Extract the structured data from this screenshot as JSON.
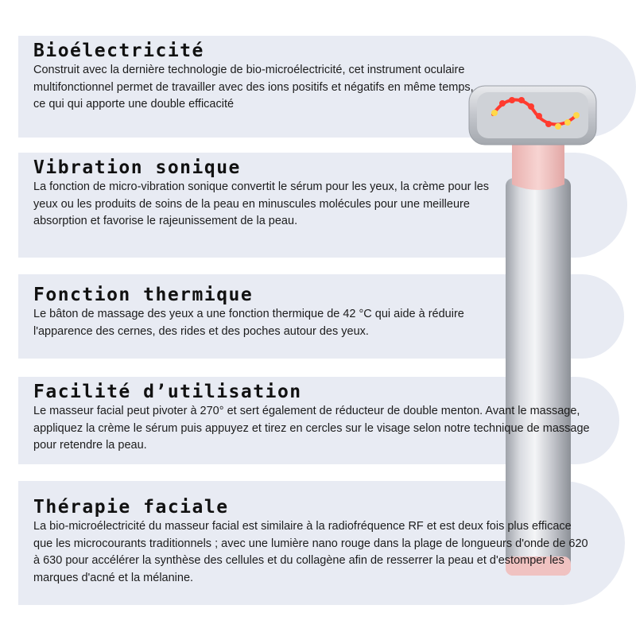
{
  "sections": [
    {
      "title": "Bioélectricité",
      "text": "Construit avec la dernière technologie de bio-microélectricité, cet instrument oculaire multifonctionnel permet de travailler avec des ions positifs et négatifs en même temps, ce qui qui apporte une double efficacité"
    },
    {
      "title": "Vibration sonique",
      "text": "La fonction de micro-vibration sonique convertit le sérum pour les yeux, la crème pour les yeux ou les produits de soins de la peau en minuscules molécules pour une meilleure absorption et favorise le rajeunissement de la peau."
    },
    {
      "title": "Fonction thermique",
      "text": "Le bâton de massage des yeux a une fonction thermique de 42 °C qui aide à réduire l'apparence des cernes, des rides et des poches autour des yeux."
    },
    {
      "title": "Facilité d’utilisation",
      "text": "Le masseur facial peut pivoter à 270° et sert également de réducteur de double menton. Avant le massage, appliquez la crème le sérum puis appuyez et tirez en cercles sur le visage selon notre technique de massage pour retendre la peau."
    },
    {
      "title": "Thérapie faciale",
      "text": "La bio-microélectricité du masseur facial est similaire à la radiofréquence RF et est deux fois plus efficace que les microcourants traditionnels ; avec une lumière nano rouge dans la plage de longueurs d'onde de 620 à 630 pour accélérer la synthèse des cellules et du collagène afin de resserrer la peau et d'estomper les marques d'acné et la mélanine."
    }
  ],
  "colors": {
    "panel": "#e8ebf3",
    "device_silver": "#c9ccd2",
    "neck_pink": "#f1c4c2",
    "led_red": "#ff3b2f",
    "led_yellow": "#ffd84a"
  }
}
